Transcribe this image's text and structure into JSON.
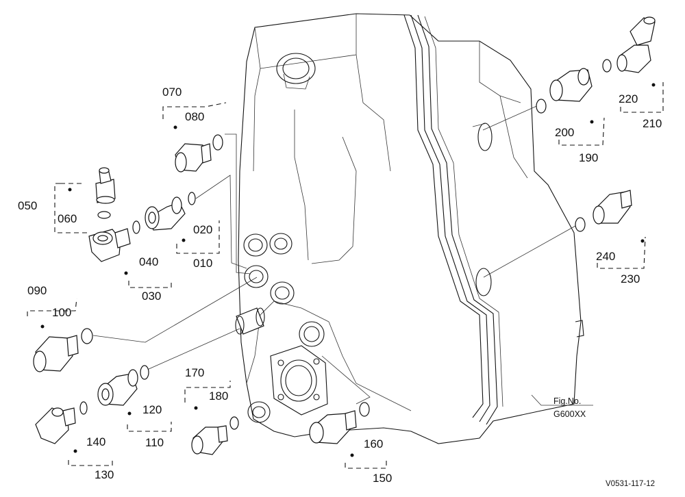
{
  "diagram": {
    "figure_label": "Fig.No.",
    "figure_number": "G600XX",
    "drawing_code": "V0531-117-12",
    "callouts": [
      {
        "id": "010",
        "text": "010"
      },
      {
        "id": "020",
        "text": "020"
      },
      {
        "id": "030",
        "text": "030"
      },
      {
        "id": "040",
        "text": "040"
      },
      {
        "id": "050",
        "text": "050"
      },
      {
        "id": "060",
        "text": "060"
      },
      {
        "id": "070",
        "text": "070"
      },
      {
        "id": "080",
        "text": "080"
      },
      {
        "id": "090",
        "text": "090"
      },
      {
        "id": "100",
        "text": "100"
      },
      {
        "id": "110",
        "text": "110"
      },
      {
        "id": "120",
        "text": "120"
      },
      {
        "id": "130",
        "text": "130"
      },
      {
        "id": "140",
        "text": "140"
      },
      {
        "id": "150",
        "text": "150"
      },
      {
        "id": "160",
        "text": "160"
      },
      {
        "id": "170",
        "text": "170"
      },
      {
        "id": "180",
        "text": "180"
      },
      {
        "id": "190",
        "text": "190"
      },
      {
        "id": "200",
        "text": "200"
      },
      {
        "id": "210",
        "text": "210"
      },
      {
        "id": "220",
        "text": "220"
      },
      {
        "id": "230",
        "text": "230"
      },
      {
        "id": "240",
        "text": "240"
      }
    ]
  }
}
